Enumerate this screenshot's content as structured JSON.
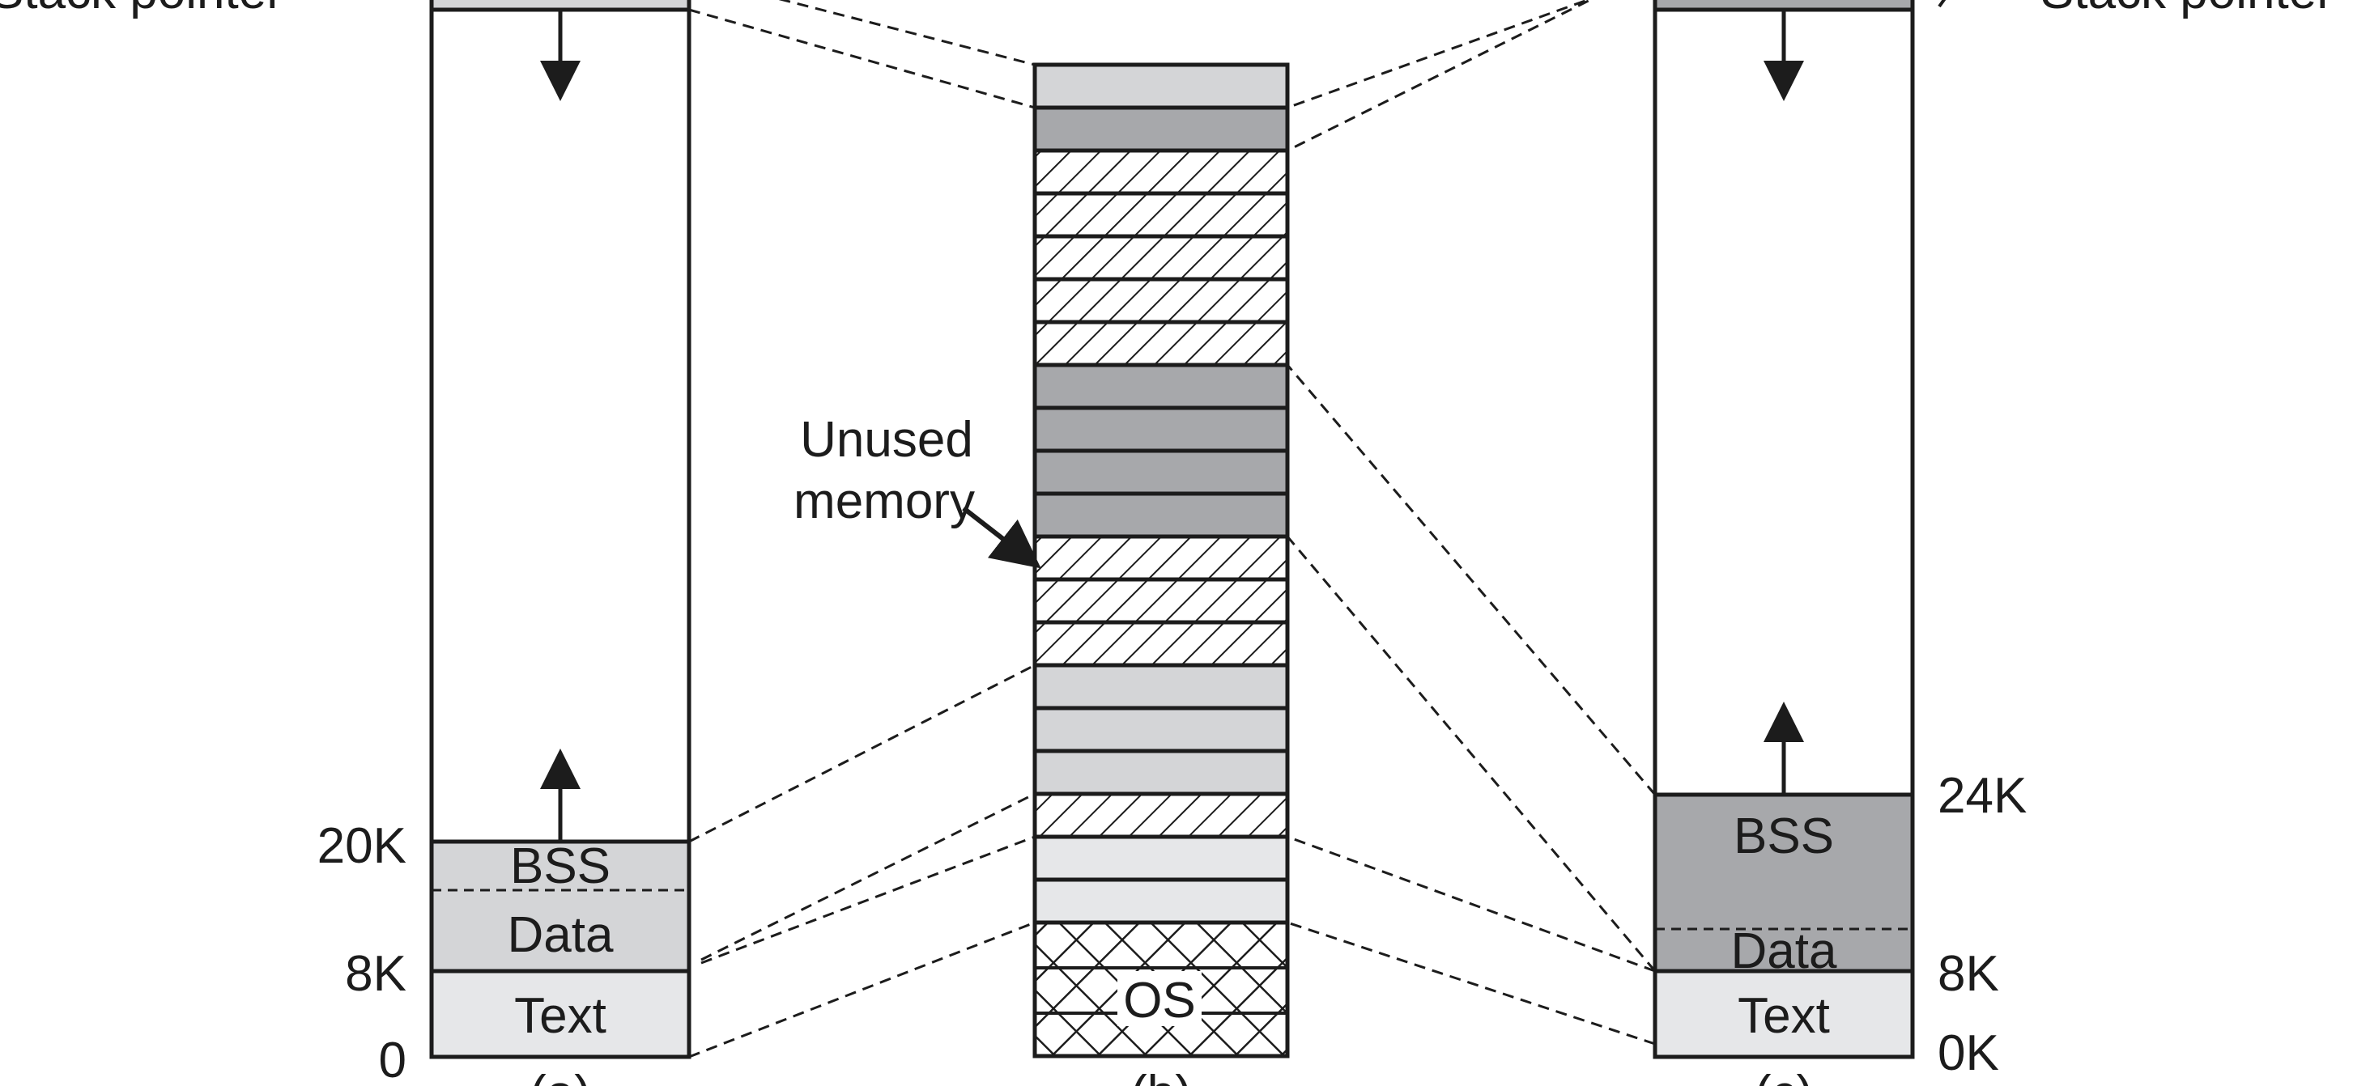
{
  "left_column": {
    "top_label": "Stack pointer",
    "ticks": [
      "20K",
      "8K",
      "0"
    ],
    "segments": [
      "BSS",
      "Data",
      "Text"
    ],
    "caption": "(a)"
  },
  "middle_column": {
    "annotation_line1": "Unused",
    "annotation_line2": "memory",
    "os_label": "OS",
    "caption": "(b)"
  },
  "right_column": {
    "top_label": "Stack pointer",
    "ticks": [
      "24K",
      "8K",
      "0K"
    ],
    "segments": [
      "BSS",
      "Data",
      "Text"
    ],
    "caption": "(c)"
  },
  "colors": {
    "stroke": "#1c1c1c",
    "light_gray": "#d4d5d7",
    "lighter_gray": "#e6e7e9",
    "dark_gray": "#a7a8ab",
    "white": "#ffffff"
  }
}
